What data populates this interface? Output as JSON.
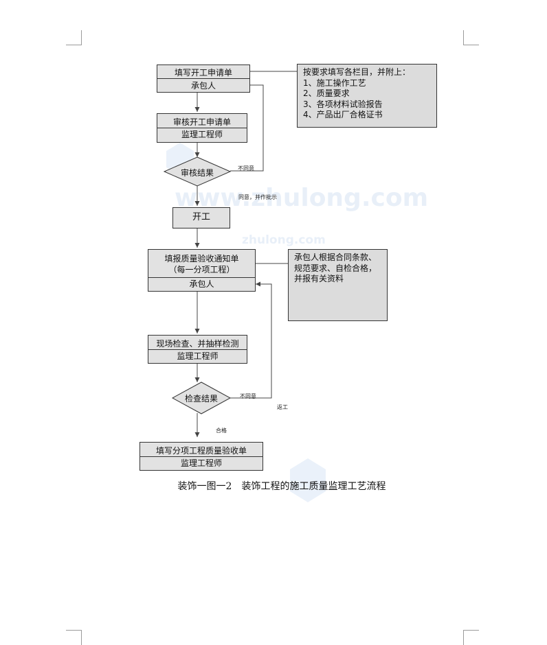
{
  "flow": {
    "apply": {
      "title": "填写开工申请单",
      "role": "承包人"
    },
    "review": {
      "title": "审核开工申请单",
      "role": "监理工程师"
    },
    "decision1": "审核结果",
    "reject1": "不同意",
    "agree1": "同意，并作批示",
    "start": "开工",
    "report": {
      "title": "填报质量验收通知单",
      "sub": "（每一分项工程）",
      "role": "承包人"
    },
    "inspect": {
      "title": "现场检查、并抽样检测",
      "role": "监理工程师"
    },
    "decision2": "检查结果",
    "reject2": "不同意",
    "rework": "返工",
    "pass": "合格",
    "final": {
      "title": "填写分项工程质量验收单",
      "role": "监理工程师"
    }
  },
  "notes": {
    "note1": [
      "按要求填写各栏目，并附上：",
      "1、施工操作工艺",
      "2、质量要求",
      "3、各项材料试验报告",
      "4、产品出厂合格证书"
    ],
    "note2": [
      "承包人根据合同条款、",
      "规范要求、自检合格，",
      "并报有关资料"
    ]
  },
  "caption": "装饰一图一2　装饰工程的施工质量监理工艺流程",
  "watermark": {
    "text1": "www.zhulong.com",
    "text2": "zhulong.com"
  }
}
